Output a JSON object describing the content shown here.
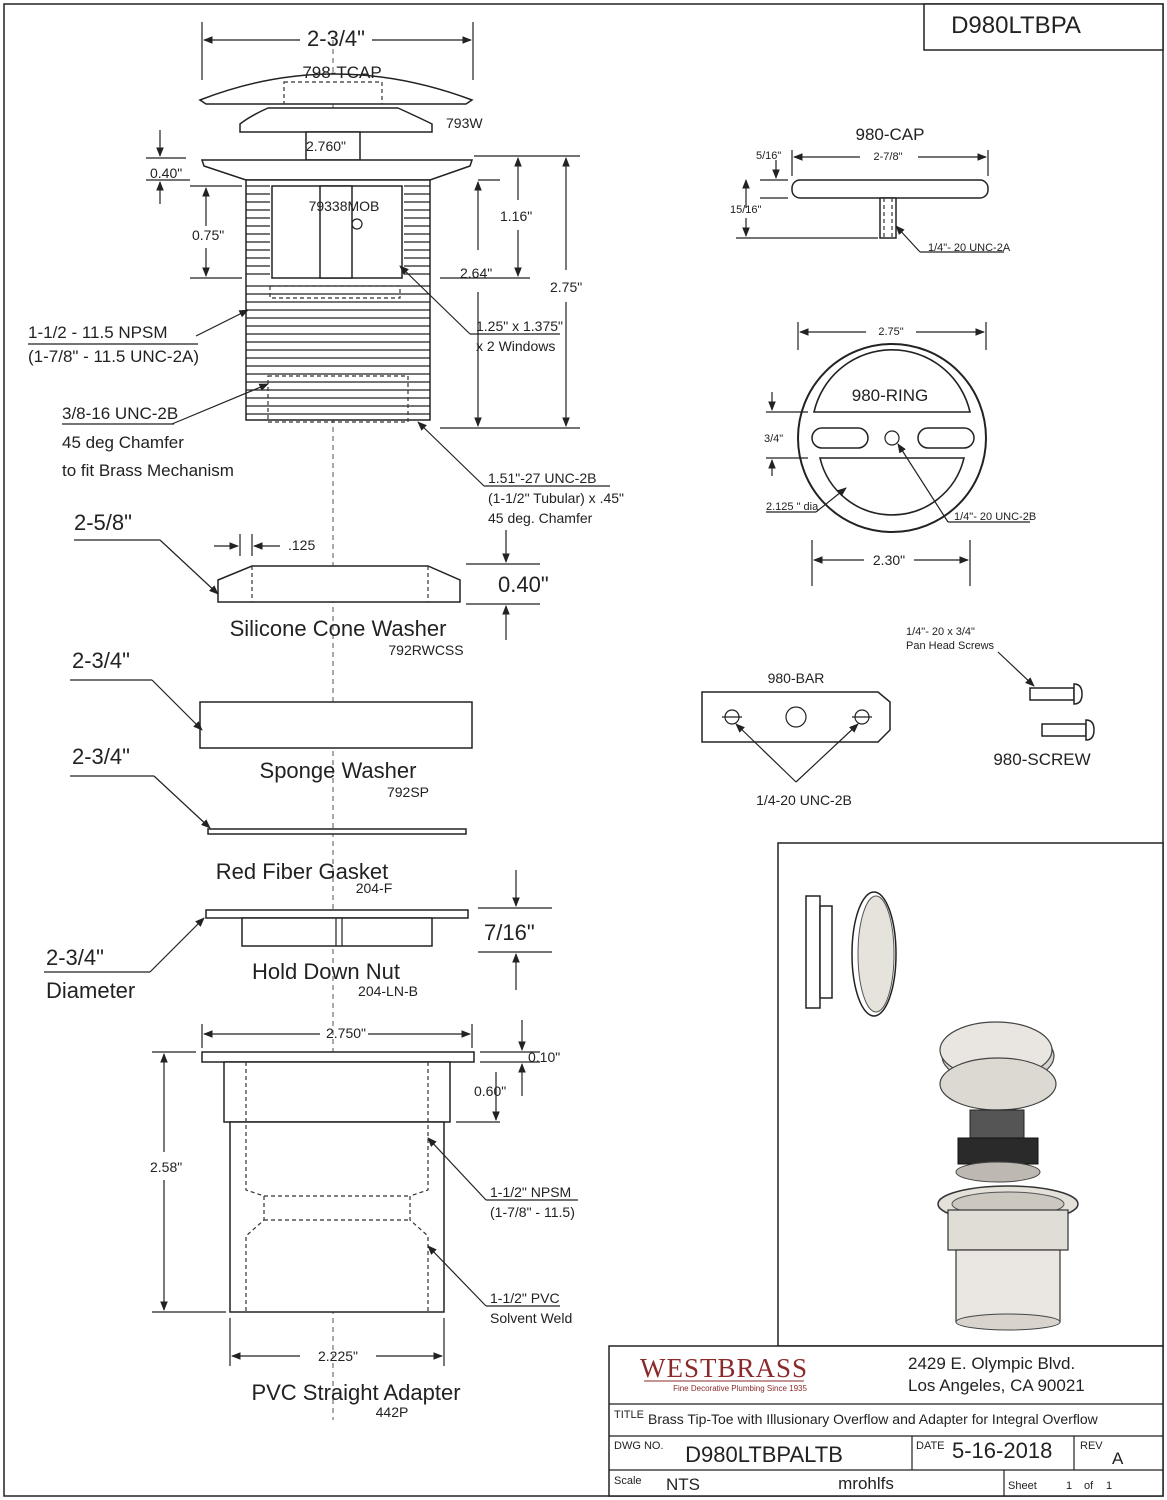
{
  "drawing_number_box": "D980LTBPA",
  "drain": {
    "dim_width": "2-3/4\"",
    "cap_label": "798-TCAP",
    "washer_label": "793W",
    "flange_dim": "2.760\"",
    "flange_height": "0.40\"",
    "body_label": "79338MOB",
    "window_height": "0.75\"",
    "dim_116": "1.16\"",
    "dim_264": "2.64\"",
    "dim_275": "2.75\"",
    "thread_label_1": "1-1/2 - 11.5 NPSM",
    "thread_label_2": "(1-7/8\" - 11.5 UNC-2A)",
    "windows_label_1": "1.25\" x 1.375\"",
    "windows_label_2": "x 2 Windows",
    "chamfer_label_1": "3/8-16 UNC-2B",
    "chamfer_label_2": "45 deg Chamfer",
    "chamfer_label_3": "to fit Brass Mechanism",
    "bottom_label_1": "1.51\"-27 UNC-2B",
    "bottom_label_2": "(1-1/2\" Tubular) x .45\"",
    "bottom_label_3": "45 deg. Chamfer"
  },
  "cone_washer": {
    "dim": "2-5/8\"",
    "thickness": ".125",
    "height": "0.40\"",
    "name": "Silicone Cone Washer",
    "code": "792RWCSS"
  },
  "sponge_washer": {
    "dim": "2-3/4\"",
    "name": "Sponge Washer",
    "code": "792SP"
  },
  "gasket": {
    "dim": "2-3/4\"",
    "name": "Red Fiber Gasket",
    "code": "204-F"
  },
  "nut": {
    "dim": "2-3/4\"",
    "dim_note": "Diameter",
    "height": "7/16\"",
    "name": "Hold Down Nut",
    "code": "204-LN-B"
  },
  "adapter": {
    "top_dim": "2.750\"",
    "flange": "0.10\"",
    "depth": "0.60\"",
    "height": "2.58\"",
    "npsm_1": "1-1/2\" NPSM",
    "npsm_2": "(1-7/8\" - 11.5)",
    "pvc_1": "1-1/2\" PVC",
    "pvc_2": "Solvent Weld",
    "bottom_dim": "2.225\"",
    "name": "PVC Straight Adapter",
    "code": "442P"
  },
  "cap": {
    "name": "980-CAP",
    "thick": "5/16\"",
    "width": "2-7/8\"",
    "height": "15/16\"",
    "thread": "1/4\"- 20 UNC-2A"
  },
  "ring": {
    "width": "2.75\"",
    "name": "980-RING",
    "dim_34": "3/4\"",
    "dia": "2.125 \" dia",
    "thread": "1/4\"- 20 UNC-2B",
    "bottom": "2.30\""
  },
  "screw": {
    "spec_1": "1/4\"- 20 x 3/4\"",
    "spec_2": "Pan Head Screws",
    "name": "980-SCREW"
  },
  "bar": {
    "name": "980-BAR",
    "thread": "1/4-20 UNC-2B"
  },
  "title_block": {
    "brand": "WESTBRASS",
    "tagline": "Fine Decorative Plumbing Since 1935",
    "address_1": "2429 E. Olympic Blvd.",
    "address_2": "Los Angeles, CA 90021",
    "title_label": "TITLE",
    "title": "Brass Tip-Toe with Illusionary Overflow and Adapter for Integral Overflow",
    "dwg_label": "DWG NO.",
    "dwg_no": "D980LTBPALTB",
    "date_label": "DATE",
    "date": "5-16-2018",
    "rev_label": "REV",
    "rev": "A",
    "scale_label": "Scale",
    "scale": "NTS",
    "drawn_by": "mrohlfs",
    "sheet_label": "Sheet",
    "sheet_num": "1",
    "sheet_of": "of",
    "sheet_total": "1"
  }
}
